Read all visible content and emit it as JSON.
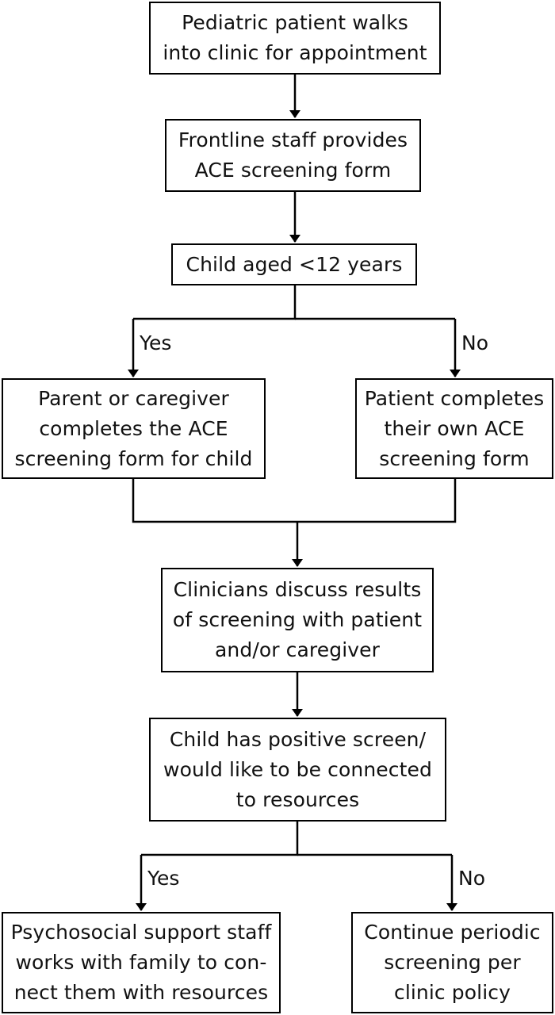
{
  "steps": {
    "walk_in": "Pediatric patient walks\ninto clinic for appointment",
    "staff_form": "Frontline staff provides\nACE screening form",
    "age_check": "Child aged <12 years",
    "caregiver_completes": "Parent or caregiver\ncompletes the ACE\nscreening form for child",
    "patient_completes": "Patient completes\ntheir own ACE\nscreening form",
    "discuss": "Clinicians discuss results\nof screening with patient\nand/or caregiver",
    "positive_check": "Child has positive screen/\nwould like to be connected\nto resources",
    "support_staff": "Psychosocial support staff\nworks with family to con-\nnect them with resources",
    "periodic": "Continue periodic\nscreening per\nclinic policy"
  },
  "labels": {
    "yes_1": "Yes",
    "no_1": "No",
    "yes_2": "Yes",
    "no_2": "No"
  }
}
